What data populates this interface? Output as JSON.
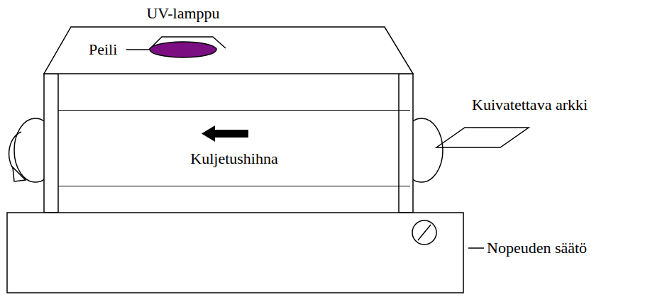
{
  "diagram": {
    "nodes": [
      {
        "text": [
          "Kuljetushihna"
        ]
      }
    ],
    "labels": [
      "UV-lamppu",
      "Peili",
      "Kuivatettava arkki",
      "Nopeuden säätö"
    ]
  }
}
